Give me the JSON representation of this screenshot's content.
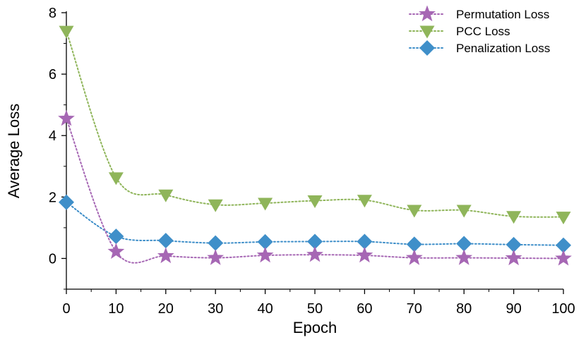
{
  "chart_data": {
    "type": "line",
    "title": "",
    "xlabel": "Epoch",
    "ylabel": "Average Loss",
    "x": [
      0,
      10,
      20,
      30,
      40,
      50,
      60,
      70,
      80,
      90,
      100
    ],
    "xlim": [
      0,
      100
    ],
    "ylim": [
      -1,
      8
    ],
    "xticks": [
      "0",
      "10",
      "20",
      "30",
      "40",
      "50",
      "60",
      "70",
      "80",
      "90",
      "100"
    ],
    "yticks": [
      "0",
      "2",
      "4",
      "6",
      "8"
    ],
    "grid": false,
    "legend_position": "top-right",
    "line_style": "dotted",
    "series": [
      {
        "name": "Permutation Loss",
        "color": "#a667b4",
        "marker": "star",
        "values": [
          4.55,
          0.22,
          0.08,
          0.02,
          0.1,
          0.12,
          0.1,
          0.02,
          0.02,
          0.01,
          0.0
        ]
      },
      {
        "name": "PCC Loss",
        "color": "#8fb55a",
        "marker": "triangle-down",
        "values": [
          7.4,
          2.63,
          2.07,
          1.75,
          1.8,
          1.88,
          1.9,
          1.57,
          1.57,
          1.37,
          1.35
        ]
      },
      {
        "name": "Penalization Loss",
        "color": "#3f8fc9",
        "marker": "diamond",
        "values": [
          1.83,
          0.72,
          0.58,
          0.5,
          0.54,
          0.55,
          0.55,
          0.46,
          0.48,
          0.45,
          0.43
        ]
      }
    ]
  }
}
